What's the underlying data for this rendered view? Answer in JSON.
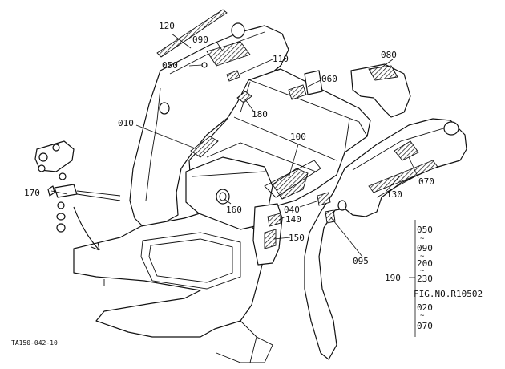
{
  "callouts": {
    "c120": "120",
    "c090": "090",
    "c050": "050",
    "c110": "110",
    "c080": "080",
    "c060": "060",
    "c180": "180",
    "c010": "010",
    "c100": "100",
    "c170": "170",
    "c160": "160",
    "c040": "040",
    "c140": "140",
    "c150": "150",
    "c070": "070",
    "c130": "130",
    "c095": "095",
    "c190": "190"
  },
  "group_list": {
    "items": [
      "050",
      "090",
      "200",
      "230",
      "FIG.NO.R10502",
      "020",
      "070"
    ],
    "range_mark": "~"
  },
  "drawing_code": "TA150-042-10"
}
